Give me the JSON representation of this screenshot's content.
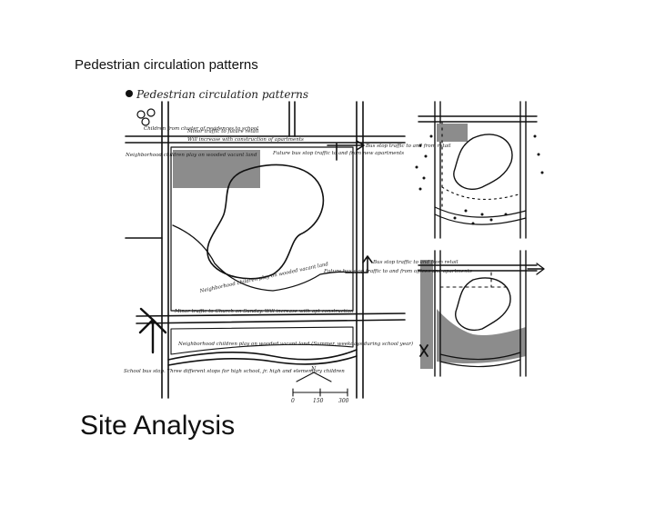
{
  "slide": {
    "caption": "Pedestrian circulation patterns",
    "heading": "Site Analysis"
  },
  "drawing": {
    "title": "Pedestrian circulation patterns",
    "notes": {
      "n1": "Children from cluster of residences to school",
      "n2": "Minor traffic to future retail",
      "n3": "Will increase with construction of apartments",
      "n4": "Neighborhood children play on wooded vacant land",
      "n5": "Future bus stop traffic to and from new apartments",
      "n6": "Bus stop traffic to and from retail",
      "n7": "Neighborhood children play on wooded vacant land",
      "n8": "Minor traffic to Church on Sunday. Will increase with apt construction",
      "n9": "Neighborhood children play on wooded vacant land (Summer, weekdays during school year)",
      "n10": "School bus stop. Three different stops for high school, jr. high and elementary children",
      "n11": "Bus stop traffic to and from retail",
      "n12": "Future bus stop traffic to and from offices and apartments"
    },
    "scale": {
      "n": "N",
      "t0": "0",
      "t1": "150",
      "t2": "300"
    },
    "ink_color": "#111111",
    "tone_color": "#8c8c8c"
  }
}
